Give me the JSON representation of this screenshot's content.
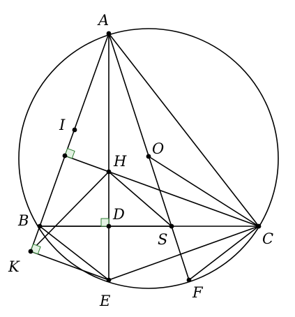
{
  "labels": {
    "A": "A",
    "B": "B",
    "C": "C",
    "D": "D",
    "E": "E",
    "F": "F",
    "H": "H",
    "I": "I",
    "K": "K",
    "O": "O",
    "S": "S"
  },
  "segments": [
    [
      "A",
      "B"
    ],
    [
      "A",
      "C"
    ],
    [
      "A",
      "E"
    ],
    [
      "A",
      "F"
    ],
    [
      "B",
      "C"
    ],
    [
      "B",
      "E"
    ],
    [
      "E",
      "C"
    ],
    [
      "C",
      "F"
    ],
    [
      "O",
      "C"
    ],
    [
      "C",
      "J"
    ],
    [
      "K",
      "H"
    ],
    [
      "K",
      "B"
    ],
    [
      "K",
      "E"
    ],
    [
      "B",
      "S"
    ],
    [
      "H",
      "S"
    ]
  ],
  "right_angles": [
    "D",
    "J",
    "K"
  ],
  "colors": {
    "stroke": "#000000",
    "right_angle_fill": "#e3f2e3",
    "right_angle_stroke": "#2e7d32"
  }
}
